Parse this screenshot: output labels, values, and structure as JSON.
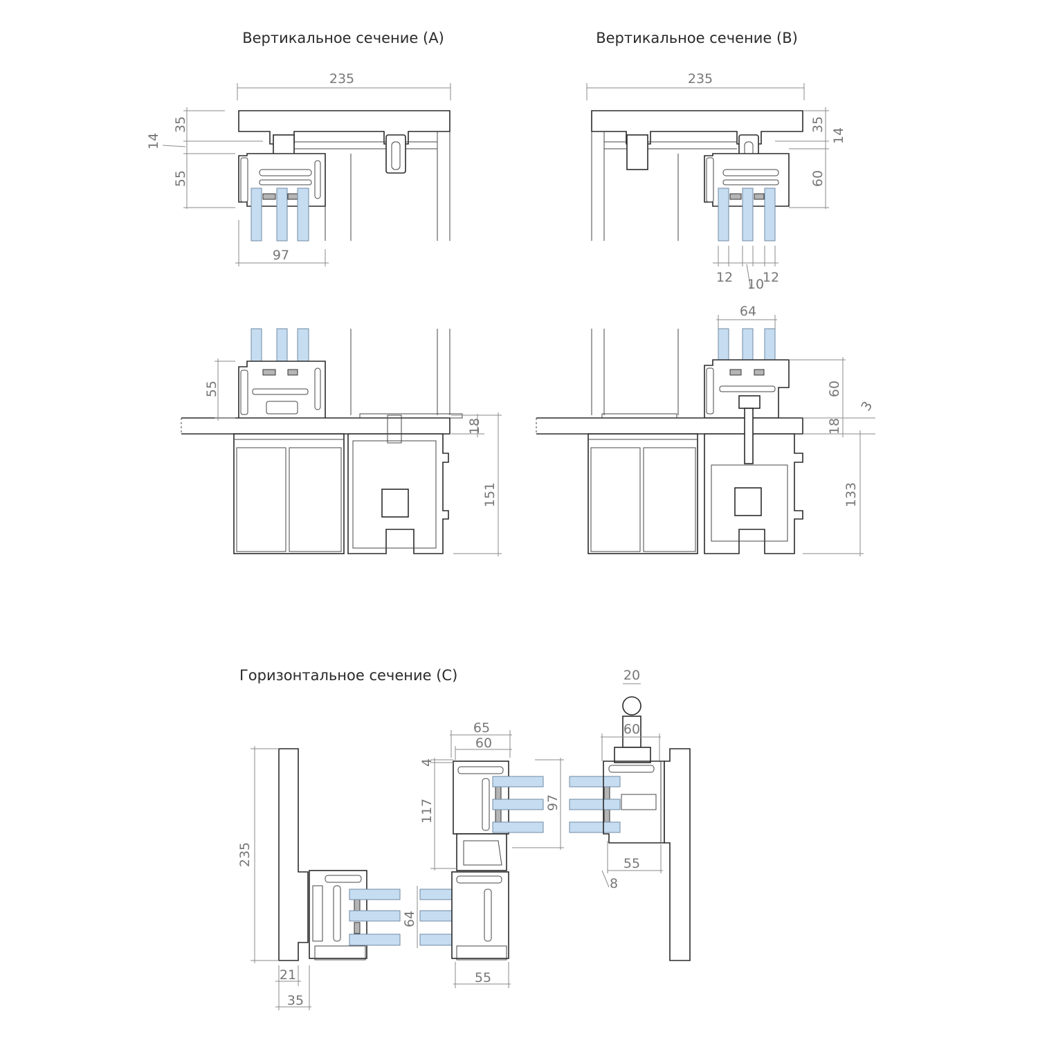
{
  "titles": {
    "section_a": "Вертикальное сечение (A)",
    "section_b": "Вертикальное сечение (B)",
    "section_c": "Горизонтальное сечение (C)"
  },
  "dims_a": {
    "width": "235",
    "top_35": "35",
    "top_14": "14",
    "profile_55": "55",
    "glass_97": "97",
    "bottom_55": "55",
    "floor_18": "18",
    "rail_151": "151"
  },
  "dims_b": {
    "width": "235",
    "top_35": "35",
    "top_14": "14",
    "profile_60": "60",
    "pane_12a": "12",
    "pane_10": "10",
    "pane_12b": "12",
    "glass_64": "64",
    "bottom_60": "60",
    "gap_3": "3",
    "floor_18": "18",
    "rail_133": "133"
  },
  "dims_c": {
    "wall_235": "235",
    "left_21": "21",
    "left_35": "35",
    "glass_64": "64",
    "bottom_55": "55",
    "w65": "65",
    "w60": "60",
    "gap_4": "4",
    "h117": "117",
    "glass_97": "97",
    "pin_20": "20",
    "pin_60": "60",
    "right_55": "55",
    "right_8": "8"
  },
  "colors": {
    "glass": "#c6dcf1",
    "line": "#2a2a2a",
    "dimension": "#8a8a8a"
  }
}
